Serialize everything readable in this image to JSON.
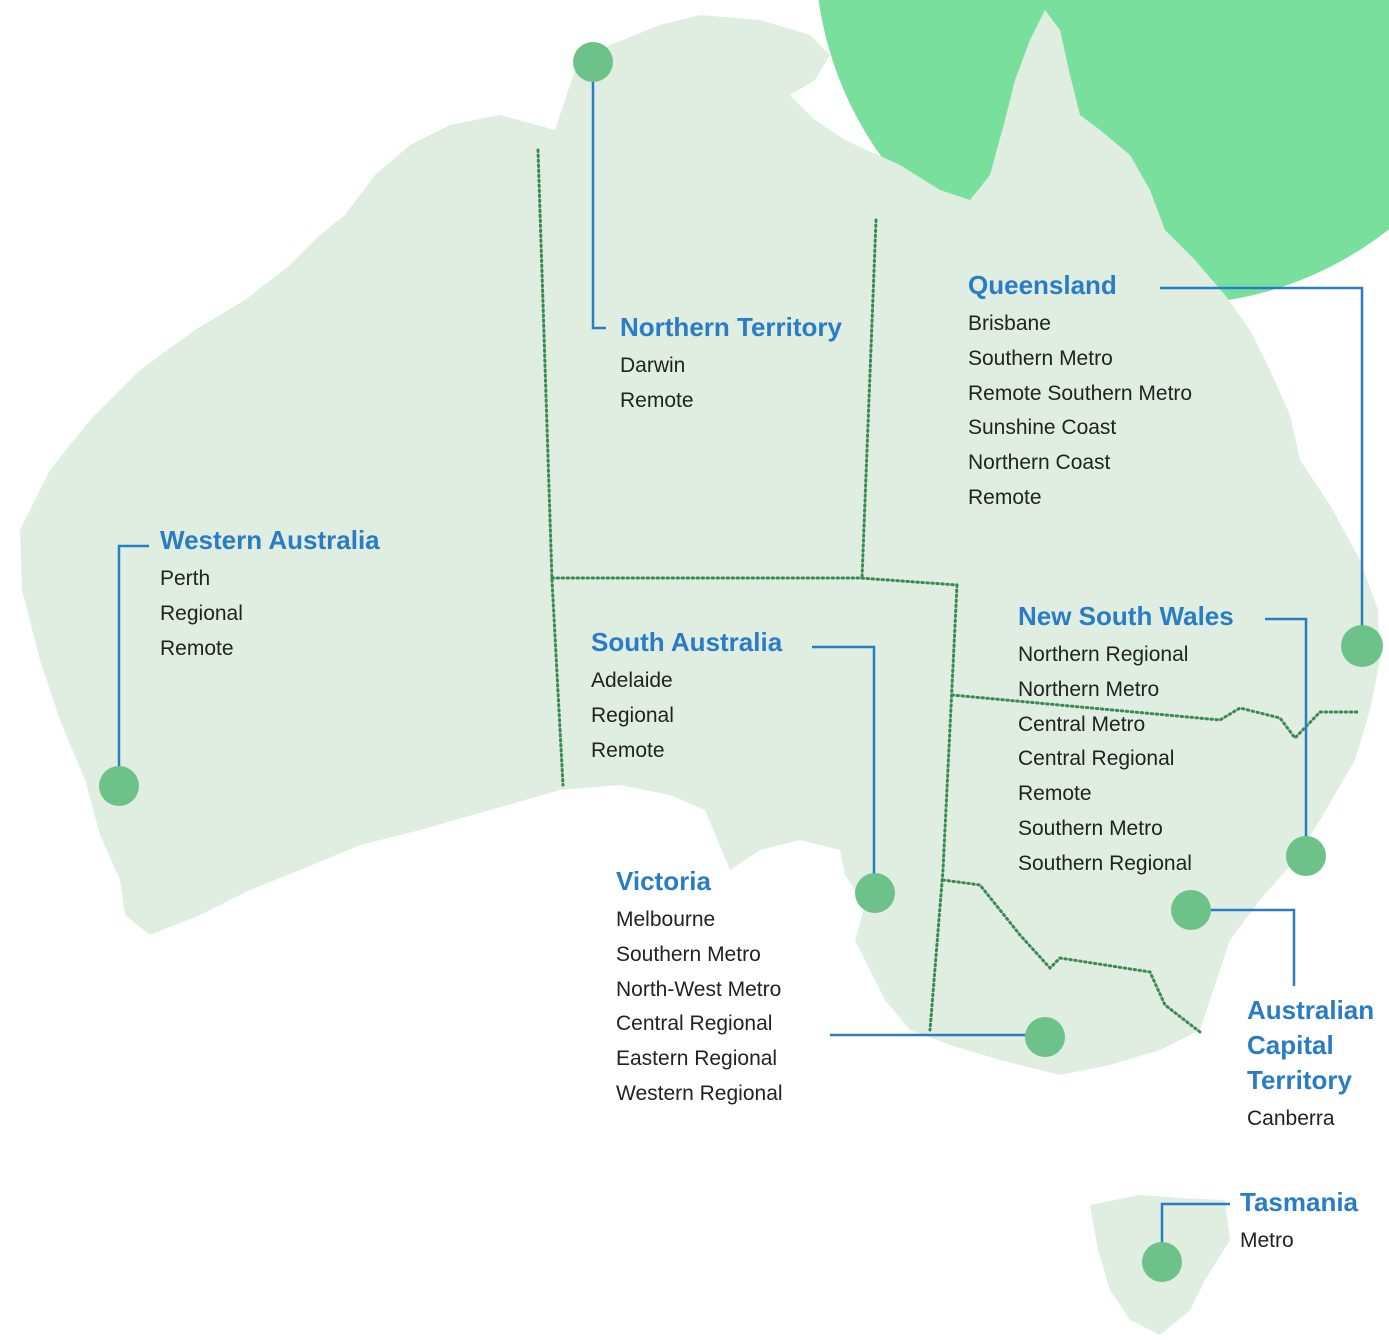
{
  "theme": {
    "land_color": "#dfeee0",
    "accent_circle_color": "#78df9c",
    "dot_color": "#6cc288",
    "leader_color": "#2a7cc4",
    "border_color": "#3a8a55",
    "title_color": "#2a7cc4",
    "text_color": "#222222"
  },
  "regions": {
    "northern_territory": {
      "name": "Northern Territory",
      "items": [
        "Darwin",
        "Remote"
      ]
    },
    "queensland": {
      "name": "Queensland",
      "items": [
        "Brisbane",
        "Southern Metro",
        "Remote Southern Metro",
        "Sunshine Coast",
        "Northern Coast",
        "Remote"
      ]
    },
    "western_australia": {
      "name": "Western Australia",
      "items": [
        "Perth",
        "Regional",
        "Remote"
      ]
    },
    "south_australia": {
      "name": "South Australia",
      "items": [
        "Adelaide",
        "Regional",
        "Remote"
      ]
    },
    "new_south_wales": {
      "name": "New South Wales",
      "items": [
        "Northern Regional",
        "Northern Metro",
        "Central Metro",
        "Central Regional",
        "Remote",
        "Southern Metro",
        "Southern Regional"
      ]
    },
    "victoria": {
      "name": "Victoria",
      "items": [
        "Melbourne",
        "Southern Metro",
        "North-West Metro",
        "Central Regional",
        "Eastern Regional",
        "Western Regional"
      ]
    },
    "act": {
      "name_lines": [
        "Australian",
        "Capital",
        "Territory"
      ],
      "items": [
        "Canberra"
      ]
    },
    "tasmania": {
      "name": "Tasmania",
      "items": [
        "Metro"
      ]
    }
  }
}
